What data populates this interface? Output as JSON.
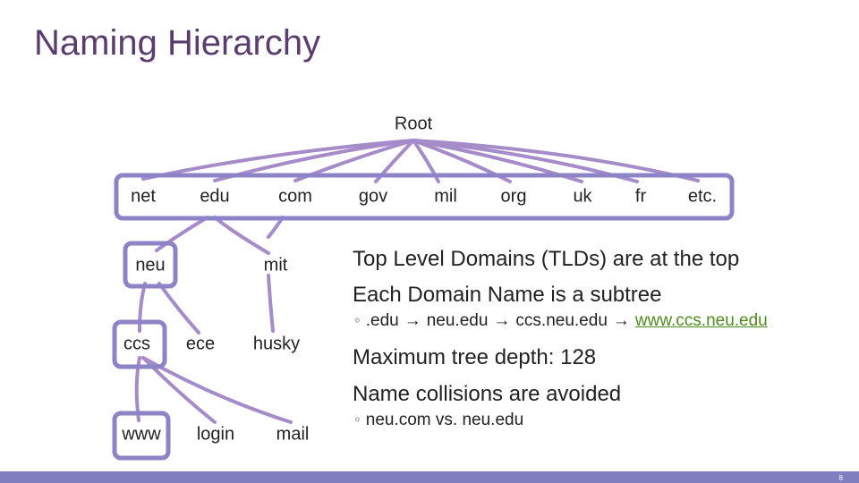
{
  "title": "Naming Hierarchy",
  "tree": {
    "root": "Root",
    "tlds": [
      "net",
      "edu",
      "com",
      "gov",
      "mil",
      "org",
      "uk",
      "fr",
      "etc."
    ],
    "level2": [
      "neu",
      "mit"
    ],
    "level3": [
      "ccs",
      "ece",
      "husky"
    ],
    "level4": [
      "www",
      "login",
      "mail"
    ]
  },
  "bullets": {
    "b1": "Top Level Domains (TLDs) are at the top",
    "b2": "Each Domain Name is a subtree",
    "b2_sub": {
      "p1": ".edu",
      "p2": "neu.edu",
      "p3": "ccs.neu.edu",
      "link": "www.ccs.neu.edu"
    },
    "b3": "Maximum tree depth: 128",
    "b4": "Name collisions are avoided",
    "b4_sub": "neu.com vs. neu.edu"
  },
  "footer": {
    "page_number": "8"
  },
  "colors": {
    "accent": "#a58bc9",
    "box": "#8d84c8",
    "footer": "#7f7fbf",
    "link": "#4f8a1e"
  }
}
